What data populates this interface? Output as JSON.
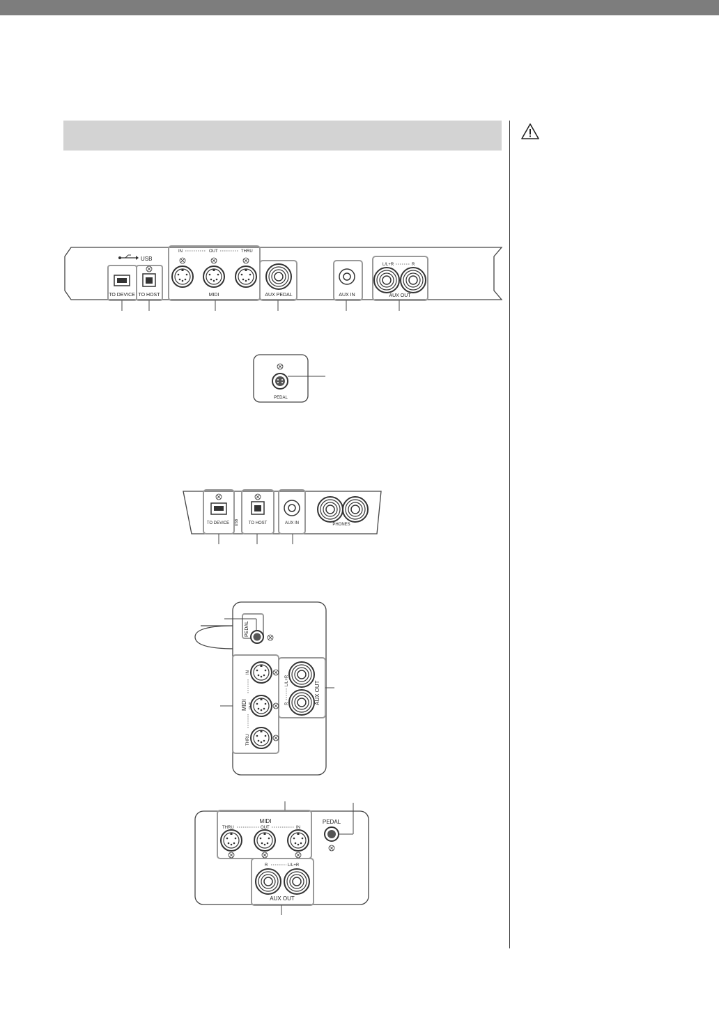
{
  "icons": {
    "warning": "warning-triangle-icon",
    "usb": "usb-icon"
  },
  "panel1": {
    "usb": "USB",
    "to_device": "TO DEVICE",
    "to_host": "TO HOST",
    "midi": "MIDI",
    "in": "IN",
    "out": "OUT",
    "thru": "THRU",
    "aux_pedal": "AUX PEDAL",
    "aux_in": "AUX IN",
    "lr": "L/L+R",
    "r": "R",
    "aux_out": "AUX OUT"
  },
  "panel2": {
    "pedal": "PEDAL"
  },
  "panel3": {
    "to_device": "TO DEVICE",
    "usb": "USB",
    "to_host": "TO HOST",
    "aux_in": "AUX IN",
    "phones": "PHONES"
  },
  "panel4": {
    "pedal": "PEDAL",
    "midi": "MIDI",
    "in": "IN",
    "out": "OUT",
    "thru": "THRU",
    "lr": "L/L+R",
    "r": "R",
    "aux_out": "AUX OUT"
  },
  "panel5": {
    "midi": "MIDI",
    "thru": "THRU",
    "out": "OUT",
    "in": "IN",
    "pedal": "PEDAL",
    "r": "R",
    "lr": "L/L+R",
    "aux_out": "AUX OUT"
  }
}
